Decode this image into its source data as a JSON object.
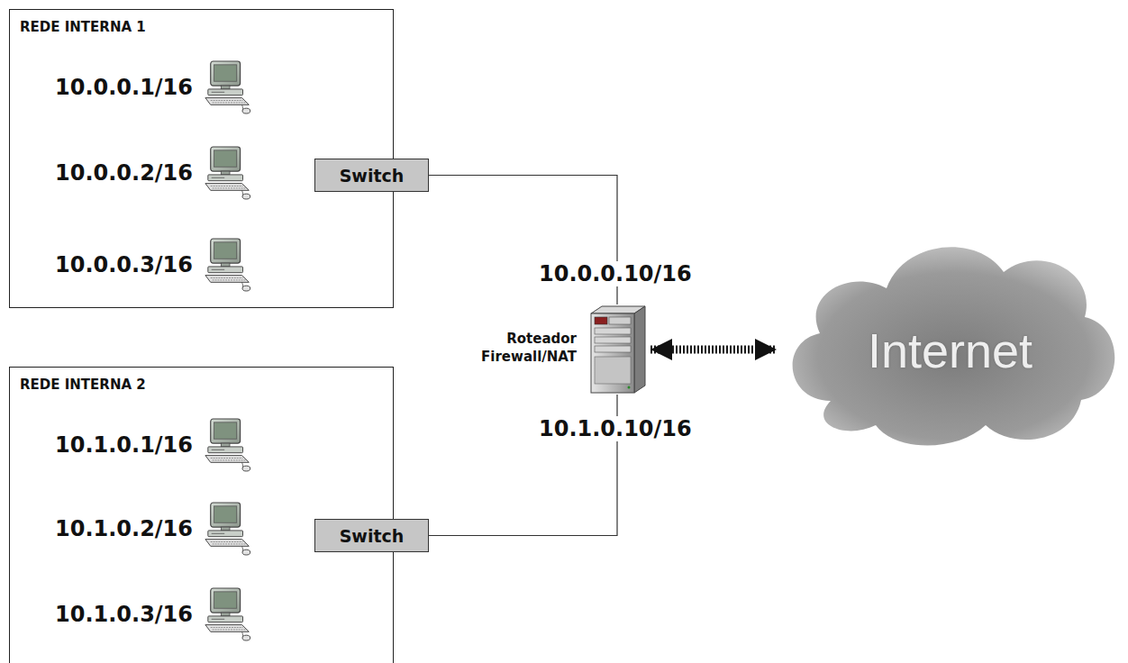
{
  "diagram": {
    "nodes": [
      {
        "text": [
          "REDE INTERNA 1"
        ]
      },
      {
        "text": [
          "10.0.0.1/16"
        ],
        "in": 0
      },
      {
        "text": [
          "10.0.0.2/16"
        ],
        "in": 0
      },
      {
        "text": [
          "10.0.0.3/16"
        ],
        "in": 0
      },
      {
        "text": [
          "Switch"
        ],
        "in": 0
      },
      {
        "text": [
          "10.0.0.10/16",
          "Roteador Firewall/NAT",
          "10.1.0.10/16"
        ]
      },
      {
        "text": [
          "Internet"
        ]
      },
      {
        "text": [
          "REDE INTERNA 2"
        ]
      },
      {
        "text": [
          "10.1.0.1/16"
        ],
        "in": 7
      },
      {
        "text": [
          "10.1.0.2/16"
        ],
        "in": 7
      },
      {
        "text": [
          "10.1.0.3/16"
        ],
        "in": 7
      },
      {
        "text": [
          "Switch"
        ],
        "in": 7
      }
    ],
    "edges": [
      {
        "from": 1,
        "to": 4,
        "arrow": "none"
      },
      {
        "from": 2,
        "to": 4,
        "arrow": "none"
      },
      {
        "from": 3,
        "to": 4,
        "arrow": "none"
      },
      {
        "from": 4,
        "to": 5,
        "arrow": "none"
      },
      {
        "from": 5,
        "to": 6,
        "arrow": "both"
      },
      {
        "from": 8,
        "to": 11,
        "arrow": "none"
      },
      {
        "from": 9,
        "to": 11,
        "arrow": "none"
      },
      {
        "from": 10,
        "to": 11,
        "arrow": "none"
      },
      {
        "from": 11,
        "to": 5,
        "arrow": "none"
      }
    ]
  }
}
